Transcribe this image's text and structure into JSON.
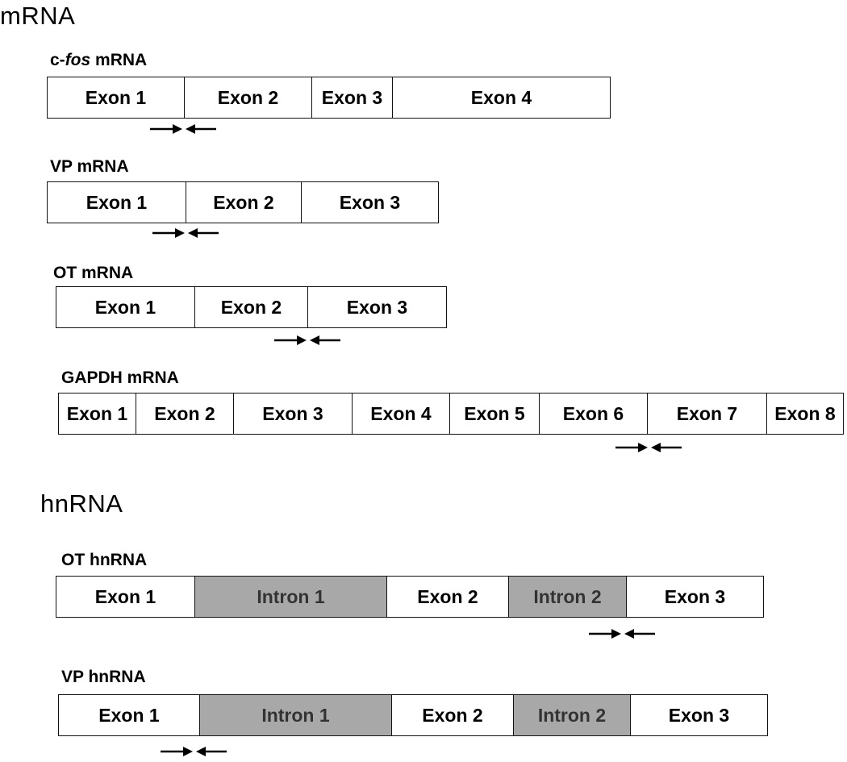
{
  "sections": {
    "mrna": "mRNA",
    "hnrna": "hnRNA"
  },
  "colors": {
    "exon": "#ffffff",
    "intron": "#a8a8a8",
    "border": "#111111"
  },
  "icons": {
    "primer_pair": "forward-reverse-arrows"
  },
  "genes": {
    "cfos_mrna": {
      "label_prefix": "c-",
      "label_italic": "fos",
      "label_suffix": " mRNA",
      "segments": [
        "Exon 1",
        "Exon 2",
        "Exon 3",
        "Exon 4"
      ]
    },
    "vp_mrna": {
      "label": "VP mRNA",
      "segments": [
        "Exon 1",
        "Exon 2",
        "Exon 3"
      ]
    },
    "ot_mrna": {
      "label": "OT mRNA",
      "segments": [
        "Exon 1",
        "Exon 2",
        "Exon 3"
      ]
    },
    "gapdh_mrna": {
      "label": "GAPDH mRNA",
      "segments": [
        "Exon 1",
        "Exon 2",
        "Exon 3",
        "Exon 4",
        "Exon 5",
        "Exon 6",
        "Exon 7",
        "Exon 8"
      ]
    },
    "ot_hnrna": {
      "label": "OT hnRNA",
      "segments": [
        "Exon 1",
        "Intron 1",
        "Exon 2",
        "Intron 2",
        "Exon 3"
      ]
    },
    "vp_hnrna": {
      "label": "VP hnRNA",
      "segments": [
        "Exon 1",
        "Intron 1",
        "Exon 2",
        "Intron 2",
        "Exon 3"
      ]
    }
  }
}
